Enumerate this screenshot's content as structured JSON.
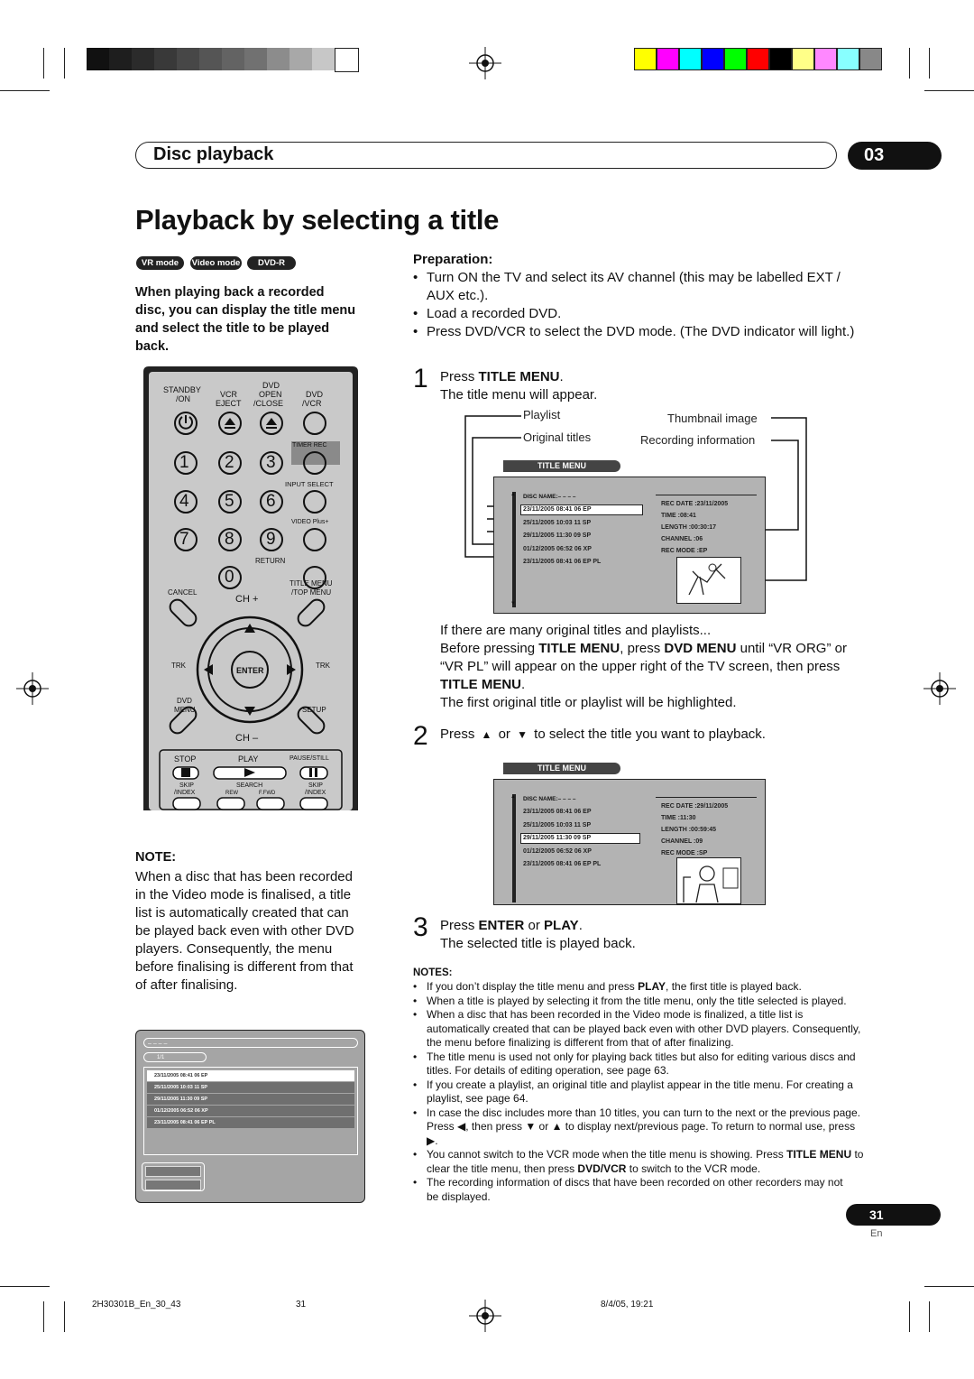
{
  "header": {
    "section_title": "Disc playback",
    "chapter_number": "03",
    "gray_swatches": [
      "#111111",
      "#1e1e1e",
      "#2b2b2b",
      "#393939",
      "#474747",
      "#555555",
      "#636363",
      "#717171",
      "#8c8c8c",
      "#a8a8a8",
      "#c7c7c7",
      "#ffffff"
    ],
    "color_swatches": [
      "#ffff00",
      "#ff00ff",
      "#00ffff",
      "#0000ff",
      "#00ff00",
      "#ff0000",
      "#000000",
      "#ffff88",
      "#ff88ff",
      "#88ffff",
      "#888888"
    ]
  },
  "page_title": "Playback by selecting a title",
  "badges": [
    "VR mode",
    "Video mode",
    "DVD-R"
  ],
  "intro": "When playing back a recorded disc, you can display the title menu and select the title to be played back.",
  "remote": {
    "standby": "STANDBY",
    "on": "/ON",
    "vcr": "VCR",
    "eject": "EJECT",
    "dvd_open": "DVD",
    "open": "OPEN",
    "close": "/CLOSE",
    "dvd": "DVD",
    "slash_vcr": "/VCR",
    "timer_rec": "TIMER REC",
    "input_select": "INPUT SELECT",
    "video_plus": "VIDEO Plus+",
    "return": "RETURN",
    "cancel": "CANCEL",
    "title_menu": "TITLE MENU",
    "top_menu": "/TOP MENU",
    "ch_plus": "CH +",
    "ch_minus": "CH –",
    "trk": "TRK",
    "enter": "ENTER",
    "dvd_menu_1": "DVD",
    "dvd_menu_2": "MENU",
    "setup": "SETUP",
    "stop": "STOP",
    "play": "PLAY",
    "pause": "PAUSE/STILL",
    "skip": "SKIP",
    "index": "/INDEX",
    "search": "SEARCH",
    "rew": "REW",
    "ffwd": "F.FWD",
    "digits": [
      "1",
      "2",
      "3",
      "4",
      "5",
      "6",
      "7",
      "8",
      "9",
      "0"
    ]
  },
  "note": {
    "heading": "NOTE:",
    "text": "When a disc that has been recorded in the Video mode is finalised, a title list is automatically created that can be played back even with other DVD players. Consequently, the menu before finalising is different from that of after finalising."
  },
  "mini_screen": {
    "header": "– – – –",
    "page": "1/1",
    "rows": [
      "23/11/2005 08:41 06 EP",
      "25/11/2005 10:03 11 SP",
      "29/11/2005 11:30 09 SP",
      "01/12/2005 06:52 06 XP",
      "23/11/2005 08:41 06 EP PL"
    ]
  },
  "preparation": {
    "heading": "Preparation:",
    "items": [
      "Turn ON the TV and select its AV channel (this may be labelled EXT / AUX etc.).",
      "Load a recorded DVD.",
      "Press DVD/VCR to select the DVD mode. (The DVD indicator will light.)"
    ]
  },
  "steps": {
    "s1_num": "1",
    "s1_a": "Press ",
    "s1_b": "TITLE MENU",
    "s1_c": ".",
    "s1_line2": "The title menu will appear.",
    "s1_more1": "If there are many original titles and playlists...",
    "s1_more2_a": "Before pressing ",
    "s1_more2_b": "TITLE MENU",
    "s1_more2_c": ", press ",
    "s1_more2_d": "DVD MENU",
    "s1_more2_e": " until “VR ORG” or “VR PL” will appear on the upper right of the TV screen, then press ",
    "s1_more2_f": "TITLE MENU",
    "s1_more2_g": ".",
    "s1_more3": "The first original title or playlist will be highlighted.",
    "s2_num": "2",
    "s2_a": "Press",
    "s2_b": "or",
    "s2_c": "to select the title you want to playback.",
    "s3_num": "3",
    "s3_a": "Press ",
    "s3_b": "ENTER",
    "s3_c": " or ",
    "s3_d": "PLAY",
    "s3_e": ".",
    "s3_line2": "The selected title is played back."
  },
  "callouts": {
    "playlist": "Playlist",
    "original_titles": "Original titles",
    "thumbnail_image": "Thumbnail image",
    "recording_information": "Recording information"
  },
  "title_menu_1": {
    "tab": "TITLE MENU",
    "disc_name": "DISC NAME:– – – –",
    "rows": [
      "23/11/2005 08:41 06 EP",
      "25/11/2005 10:03 11 SP",
      "29/11/2005 11:30 09 SP",
      "01/12/2005 06:52 06 XP",
      "23/11/2005 08:41 06 EP PL"
    ],
    "info": [
      "REC DATE   :23/11/2005",
      "TIME          :08:41",
      "LENGTH      :00:30:17",
      "CHANNEL    :06",
      "REC MODE  :EP"
    ]
  },
  "title_menu_2": {
    "tab": "TITLE MENU",
    "disc_name": "DISC NAME:– – – –",
    "rows": [
      "23/11/2005 08:41 06 EP",
      "25/11/2005 10:03 11 SP",
      "29/11/2005 11:30 09 SP",
      "01/12/2005 06:52 06 XP",
      "23/11/2005 08:41 06 EP PL"
    ],
    "info": [
      "REC DATE   :29/11/2005",
      "TIME          :11:30",
      "LENGTH      :00:59:45",
      "CHANNEL    :09",
      "REC MODE  :SP"
    ]
  },
  "notes": {
    "heading": "NOTES:",
    "n1_a": "If you don’t display the title menu and press ",
    "n1_b": "PLAY",
    "n1_c": ", the first title is played back.",
    "n2": "When a title is played by selecting it from the title menu, only the title selected is played.",
    "n3": "When a disc that has been recorded in the Video mode is finalized, a title list is automatically created that can be played back even with other DVD players. Consequently, the menu before finalizing is different from that of after finalizing.",
    "n4": "The title menu is used not only for playing back titles but also for editing various discs and titles. For details of editing operation, see page 63.",
    "n5": "If you create a playlist, an original title and playlist appear in the title menu. For creating a playlist, see page 64.",
    "n6_a": "In case the disc includes more than 10 titles, you can turn to the next or the previous page. Press",
    "n6_b": ", then press",
    "n6_c": "or",
    "n6_d": "to display next/previous page. To return to normal use, press",
    "n7_a": "You cannot switch to the VCR mode when the title menu is showing. Press ",
    "n7_b": "TITLE MENU",
    "n7_c": " to clear the title menu, then press ",
    "n7_d": "DVD/VCR",
    "n7_e": " to switch to the VCR mode.",
    "n8": "The recording information of discs that have been recorded on other recorders may not be displayed."
  },
  "page_number": "31",
  "lang": "En",
  "footer": {
    "file": "2H30301B_En_30_43",
    "page": "31",
    "date": "8/4/05, 19:21"
  }
}
